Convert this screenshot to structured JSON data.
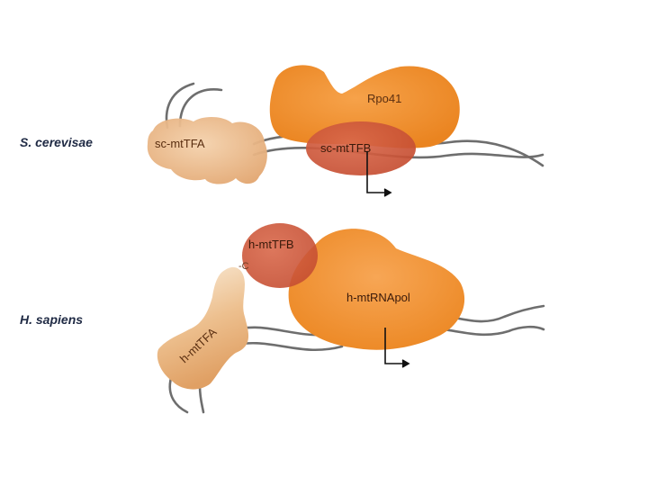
{
  "panels": {
    "yeast": {
      "species": "S. cerevisae",
      "polymerase": "Rpo41",
      "tfa": "sc-mtTFA",
      "tfb": "sc-mtTFB"
    },
    "human": {
      "species": "H. sapiens",
      "polymerase": "h-mtRNApol",
      "tfa": "h-mtTFA",
      "tfb": "h-mtTFB",
      "c_terminus": "-C"
    }
  },
  "colors": {
    "polymerase": "#f0922e",
    "tfb": "#cf5a3a",
    "tfa_light": "#f3cfa6",
    "tfa_mid": "#e6aa72",
    "dna": "#6e6e6e",
    "arrow": "#111111",
    "species_text": "#1f2a44"
  }
}
